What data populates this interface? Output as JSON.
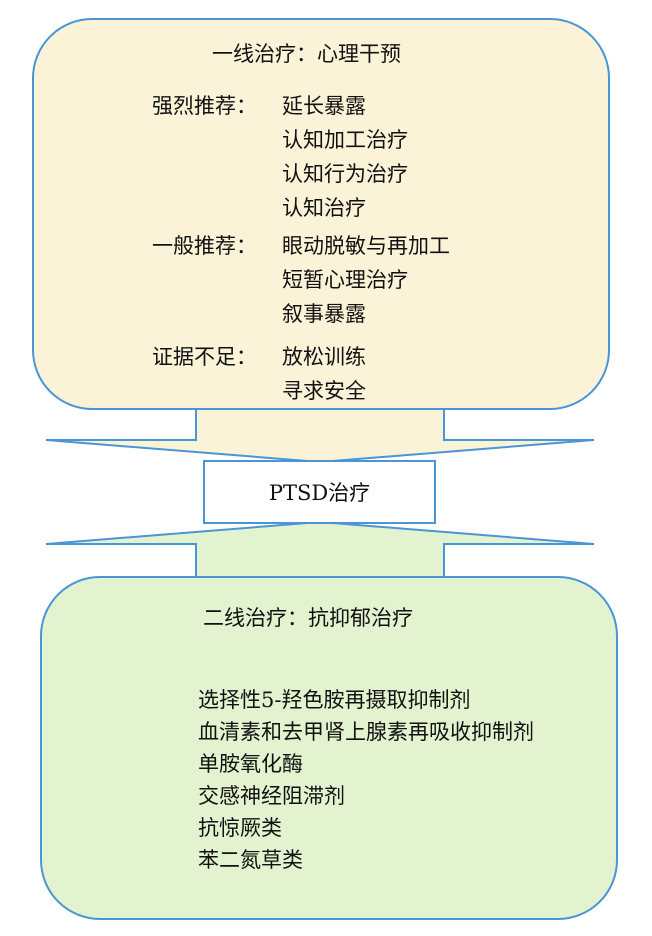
{
  "center": {
    "label": "PTSD治疗"
  },
  "first_line": {
    "title": "一线治疗：心理干预",
    "groups": [
      {
        "label": "强烈推荐：",
        "items": [
          "延长暴露",
          "认知加工治疗",
          "认知行为治疗",
          "认知治疗"
        ]
      },
      {
        "label": "一般推荐：",
        "items": [
          "眼动脱敏与再加工",
          "短暂心理治疗",
          "叙事暴露"
        ]
      },
      {
        "label": "证据不足：",
        "items": [
          "放松训练",
          "寻求安全"
        ]
      }
    ]
  },
  "second_line": {
    "title": "二线治疗：抗抑郁治疗",
    "items": [
      "选择性5-羟色胺再摄取抑制剂",
      "血清素和去甲肾上腺素再吸收抑制剂",
      "单胺氧化酶",
      "交感神经阻滞剂",
      "抗惊厥类",
      "苯二氮草类"
    ]
  },
  "colors": {
    "first_line_fill": "#fbf3d8",
    "second_line_fill": "#e4f3cf",
    "border": "#4a95d6"
  }
}
